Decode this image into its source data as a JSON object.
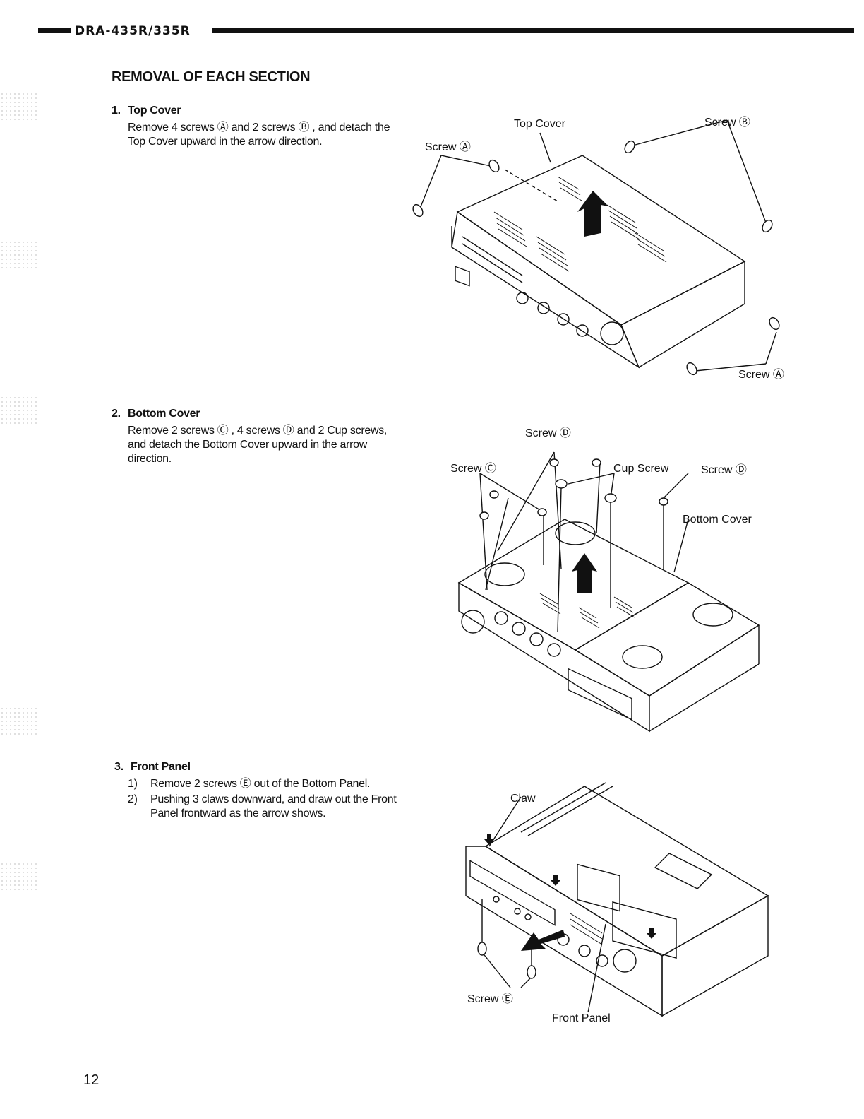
{
  "header": {
    "model": "DRA-435R/335R"
  },
  "page_title": "REMOVAL OF EACH SECTION",
  "sections": [
    {
      "number": "1.",
      "title": "Top Cover",
      "text": "Remove 4 screws Ⓐ and 2 screws Ⓑ , and detach the Top Cover upward in the arrow direction."
    },
    {
      "number": "2.",
      "title": "Bottom Cover",
      "text": "Remove 2 screws Ⓒ , 4 screws Ⓓ and 2 Cup screws, and detach the Bottom Cover upward in the arrow direction."
    },
    {
      "number": "3.",
      "title": "Front Panel",
      "steps": [
        {
          "num": "1)",
          "text": "Remove 2 screws Ⓔ out of the Bottom Panel."
        },
        {
          "num": "2)",
          "text": "Pushing 3 claws downward, and draw out the Front Panel frontward as the arrow shows."
        }
      ]
    }
  ],
  "figures": {
    "top_cover": {
      "top_cover": "Top Cover",
      "screw_a1": "Screw Ⓐ",
      "screw_b": "Screw Ⓑ",
      "screw_a2": "Screw Ⓐ"
    },
    "bottom_cover": {
      "screw_d1": "Screw Ⓓ",
      "screw_c": "Screw Ⓒ",
      "cup_screw": "Cup Screw",
      "screw_d2": "Screw Ⓓ",
      "bottom_cover": "Bottom Cover"
    },
    "front_panel": {
      "claw": "Claw",
      "screw_e": "Screw Ⓔ",
      "front_panel": "Front Panel"
    }
  },
  "page_number": "12",
  "colors": {
    "ink": "#111111",
    "footer_rule": "#3a5bd0"
  }
}
